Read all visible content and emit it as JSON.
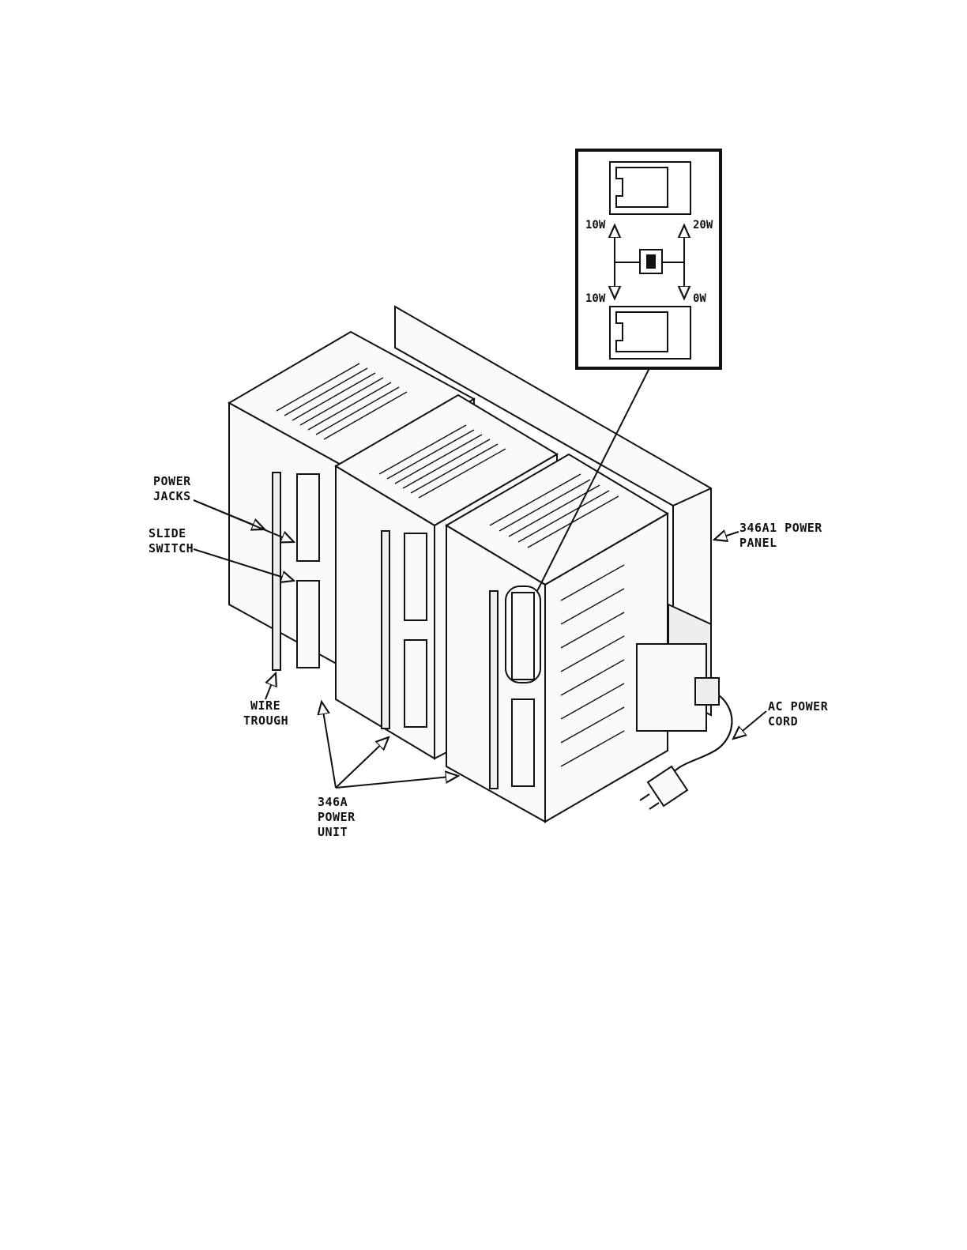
{
  "labels": {
    "power_jacks": [
      "POWER",
      "JACKS"
    ],
    "slide_switch": [
      "SLIDE",
      "SWITCH"
    ],
    "wire_trough": [
      "WIRE",
      "TROUGH"
    ],
    "power_unit": [
      "346A",
      "POWER",
      "UNIT"
    ],
    "power_panel": [
      "346A1 POWER",
      "PANEL"
    ],
    "ac_power_cord": [
      "AC POWER",
      "CORD"
    ]
  },
  "inset": {
    "top_left": "10W",
    "top_right": "20W",
    "bottom_left": "10W",
    "bottom_right": "0W"
  }
}
